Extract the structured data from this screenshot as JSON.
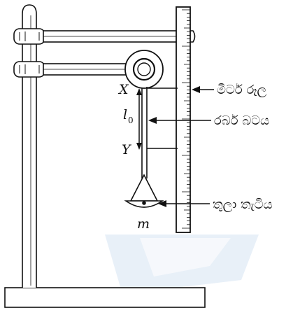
{
  "labels": {
    "meter_ruler": "මීටර් රූල",
    "rubber_band": "රබර් බටය",
    "scale_pan": "තුලා තැටිය",
    "point_x": "X",
    "point_y": "Y",
    "length_symbol": "l",
    "length_subscript": "0",
    "mass": "m"
  },
  "colors": {
    "ink": "#111111",
    "watermark": "#d6e4f3"
  }
}
